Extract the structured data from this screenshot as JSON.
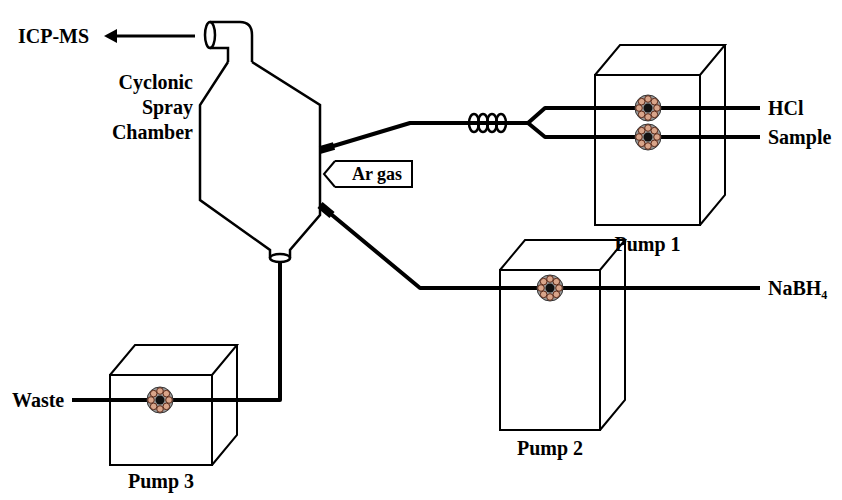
{
  "diagram": {
    "nodes": [
      {
        "text": [
          "Cyclonic Spray Chamber"
        ]
      },
      {
        "text": [
          "Ar gas"
        ]
      },
      {
        "text": [
          "Pump 1"
        ]
      },
      {
        "text": [
          "Pump 2"
        ]
      },
      {
        "text": [
          "Pump 3"
        ]
      }
    ],
    "edges": [
      {
        "from": 2,
        "to": 0,
        "arrow": "none"
      },
      {
        "from": 3,
        "to": 0,
        "arrow": "none"
      },
      {
        "from": 0,
        "to": 4,
        "arrow": "none"
      }
    ],
    "labels": [
      "ICP-MS",
      "HCl",
      "Sample",
      "NaBH₄",
      "Waste"
    ]
  }
}
